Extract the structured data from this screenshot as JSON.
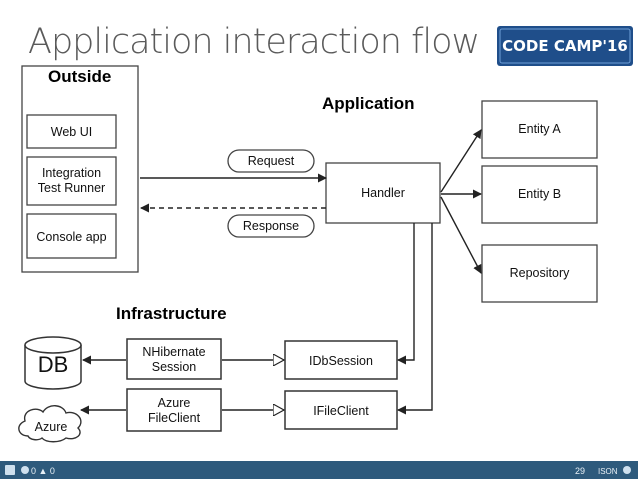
{
  "slide": {
    "title": "Application interaction flow",
    "logo_text": "CODE CAMP'16",
    "page_number": "29",
    "footer_counts": "0 ▲ 0",
    "footer_tag": "ISON"
  },
  "diagram": {
    "groups": {
      "outside": "Outside",
      "application": "Application",
      "infrastructure": "Infrastructure"
    },
    "outside": {
      "web_ui": "Web UI",
      "test_runner_line1": "Integration",
      "test_runner_line2": "Test Runner",
      "console_app": "Console app"
    },
    "application": {
      "handler": "Handler",
      "entity_a": "Entity A",
      "entity_b": "Entity B",
      "repository": "Repository"
    },
    "messages": {
      "request": "Request",
      "response": "Response"
    },
    "infrastructure": {
      "db": "DB",
      "nhibernate_line1": "NHibernate",
      "nhibernate_line2": "Session",
      "azure_fileclient_line1": "Azure",
      "azure_fileclient_line2": "FileClient",
      "idbsession": "IDbSession",
      "ifileclient": "IFileClient",
      "azure": "Azure"
    }
  },
  "colors": {
    "footer_bar": "#2e5a7c",
    "logo_bg": "#1f4e8a",
    "title_text": "#5a5a5a"
  }
}
